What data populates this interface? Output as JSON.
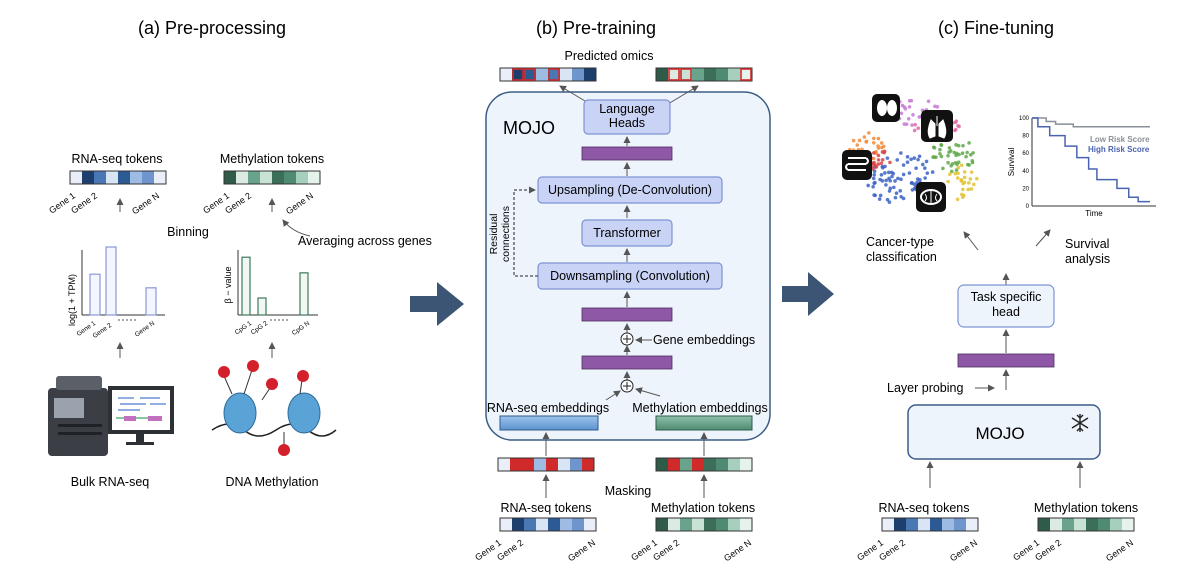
{
  "sections": {
    "preprocessing": "(a) Pre-processing",
    "pretraining": "(b) Pre-training",
    "finetuning": "(c) Fine-tuning"
  },
  "preprocessing": {
    "rna_tokens_label": "RNA-seq tokens",
    "meth_tokens_label": "Methylation tokens",
    "binning_label": "Binning",
    "averaging_label": "Averaging across genes",
    "rna_axis_label": "log(1 + TPM)",
    "meth_axis_label": "β − value",
    "bulk_label": "Bulk RNA-seq",
    "dna_label": "DNA Methylation",
    "gene_ticks": [
      "Gene 1",
      "Gene 2",
      "Gene N"
    ],
    "cpg_ticks": [
      "CpG 1",
      "CpG 2",
      "CpG N"
    ],
    "rna_bar_levels": [
      0.6,
      1.0,
      0.4
    ],
    "meth_bar_levels": [
      0.85,
      0.25,
      0.62
    ],
    "rna_token_colors": [
      "#e9eef8",
      "#1c3f6e",
      "#4a78b5",
      "#d9e4f5",
      "#2b5a94",
      "#9dbbe3",
      "#6e95cc",
      "#e9eef8"
    ],
    "meth_token_colors": [
      "#2f5b49",
      "#dbeae3",
      "#6aa38c",
      "#c9e2d6",
      "#3b6f5a",
      "#4f8b73",
      "#a7cfbe",
      "#e6f2ec"
    ]
  },
  "pretraining": {
    "predicted_label": "Predicted omics",
    "model_name": "MOJO",
    "language_heads": "Language\nHeads",
    "upsampling": "Upsampling (De-Convolution)",
    "transformer": "Transformer",
    "downsampling": "Downsampling (Convolution)",
    "residual_label": "Residual\nconnections",
    "gene_embeddings": "Gene embeddings",
    "rna_embeddings": "RNA-seq embeddings",
    "meth_embeddings": "Methylation embeddings",
    "masking_label": "Masking",
    "rna_tokens_label": "RNA-seq tokens",
    "meth_tokens_label": "Methylation tokens",
    "gene_ticks": [
      "Gene 1",
      "Gene 2",
      "Gene N"
    ],
    "predicted_rna_colors": [
      "#e9eef8",
      "#1c3f6e",
      "#2b5a94",
      "#9dbbe3",
      "#4a78b5",
      "#d9e4f5",
      "#6e95cc",
      "#1c3f6e"
    ],
    "predicted_meth_colors": [
      "#2f5b49",
      "#dbeae3",
      "#c9e2d6",
      "#6aa38c",
      "#3b6f5a",
      "#4f8b73",
      "#a7cfbe",
      "#e6f2ec"
    ],
    "masked_rna_colors": [
      "#e9eef8",
      "#d12a2a",
      "#d12a2a",
      "#9dbbe3",
      "#d12a2a",
      "#d9e4f5",
      "#6e95cc",
      "#d12a2a"
    ],
    "masked_meth_colors": [
      "#2f5b49",
      "#d12a2a",
      "#6aa38c",
      "#d12a2a",
      "#3b6f5a",
      "#4f8b73",
      "#a7cfbe",
      "#e6f2ec"
    ],
    "mask_color": "#d12a2a"
  },
  "finetuning": {
    "cancer_label": "Cancer-type\nclassification",
    "survival_label": "Survival\nanalysis",
    "task_head": "Task specific\nhead",
    "layer_probing": "Layer probing",
    "model_name": "MOJO",
    "rna_tokens_label": "RNA-seq tokens",
    "meth_tokens_label": "Methylation tokens",
    "gene_ticks": [
      "Gene 1",
      "Gene 2",
      "Gene N"
    ],
    "low_risk": "Low Risk Score",
    "high_risk": "High Risk Score",
    "survival_axis": "Survival",
    "time_axis": "Time",
    "y_ticks": [
      "100",
      "80",
      "60",
      "40",
      "20",
      "0"
    ],
    "low_risk_color": "#8a8f99",
    "high_risk_color": "#4a63b0",
    "low_risk_curve": [
      [
        0,
        100
      ],
      [
        0.12,
        100
      ],
      [
        0.12,
        96
      ],
      [
        0.2,
        96
      ],
      [
        0.2,
        93
      ],
      [
        0.35,
        93
      ],
      [
        0.35,
        90
      ],
      [
        1,
        90
      ]
    ],
    "high_risk_curve": [
      [
        0,
        100
      ],
      [
        0.05,
        100
      ],
      [
        0.05,
        90
      ],
      [
        0.15,
        90
      ],
      [
        0.15,
        80
      ],
      [
        0.28,
        80
      ],
      [
        0.28,
        68
      ],
      [
        0.38,
        68
      ],
      [
        0.38,
        55
      ],
      [
        0.48,
        55
      ],
      [
        0.48,
        42
      ],
      [
        0.55,
        42
      ],
      [
        0.55,
        30
      ],
      [
        0.72,
        30
      ],
      [
        0.72,
        20
      ],
      [
        0.82,
        20
      ],
      [
        0.82,
        10
      ],
      [
        0.9,
        10
      ],
      [
        0.9,
        5
      ],
      [
        1,
        5
      ]
    ]
  }
}
